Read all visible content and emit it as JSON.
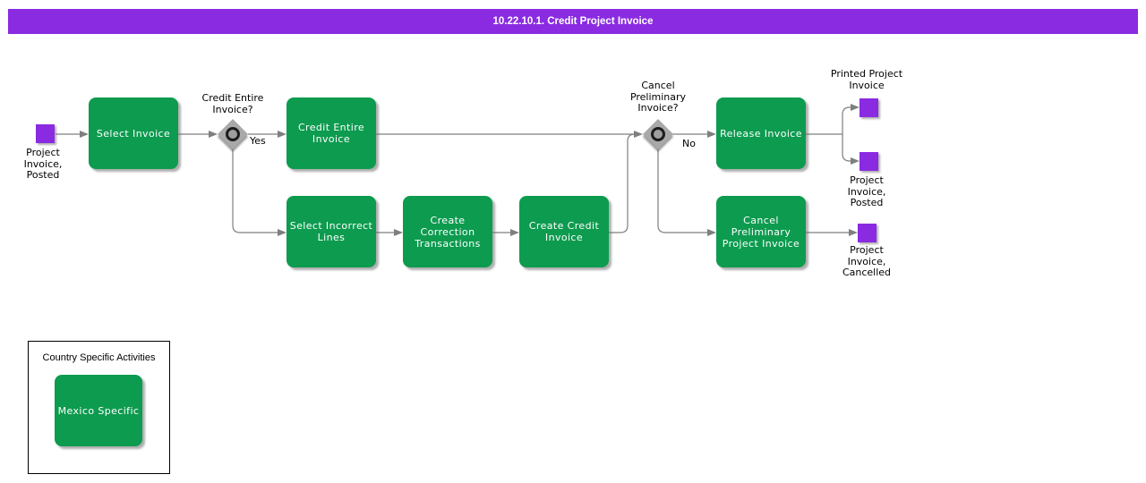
{
  "header": {
    "title": "10.22.10.1. Credit Project Invoice"
  },
  "process": {
    "start_event": {
      "label": "Project\nInvoice,\nPosted"
    },
    "activities": {
      "select_invoice": "Select Invoice",
      "credit_entire_invoice": "Credit Entire\nInvoice",
      "select_incorrect_lines": "Select Incorrect\nLines",
      "create_correction_transactions": "Create\nCorrection\nTransactions",
      "create_credit_invoice": "Create Credit\nInvoice",
      "release_invoice": "Release Invoice",
      "cancel_preliminary_project_invoice": "Cancel\nPreliminary\nProject Invoice"
    },
    "gateways": {
      "credit_entire": {
        "question": "Credit Entire\nInvoice?",
        "branch_label": "Yes"
      },
      "cancel_preliminary": {
        "question": "Cancel\nPreliminary\nInvoice?",
        "branch_label": "No"
      }
    },
    "end_events": {
      "printed_project_invoice": {
        "label": "Printed Project\nInvoice"
      },
      "project_invoice_posted": {
        "label": "Project\nInvoice,\nPosted"
      },
      "project_invoice_cancelled": {
        "label": "Project\nInvoice,\nCancelled"
      }
    }
  },
  "country_specific": {
    "title": "Country Specific Activities",
    "activities": {
      "mexico_specific": "Mexico Specific"
    }
  },
  "colors": {
    "header_bg": "#8a2be2",
    "activity_fill": "#0d9b4f",
    "event_fill": "#8a2be2",
    "gateway_fill": "#a9a9a9",
    "connector": "#7f7f7f"
  }
}
